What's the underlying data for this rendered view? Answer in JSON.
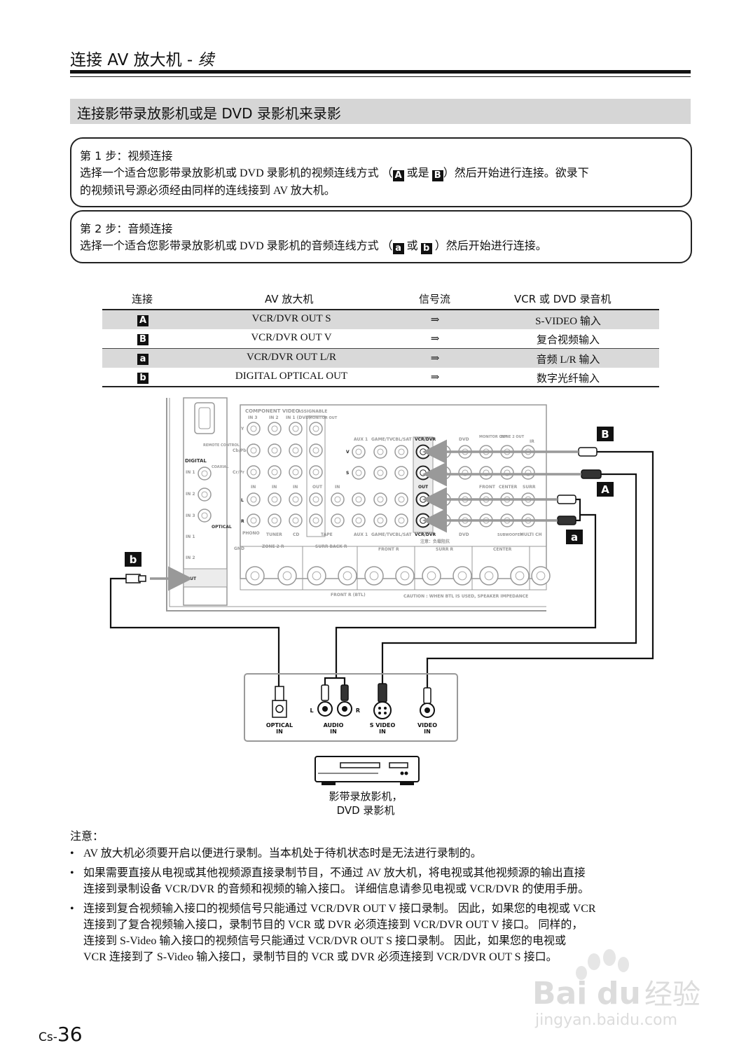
{
  "header": {
    "title": "连接 AV 放大机",
    "sep": " - ",
    "cont": "续"
  },
  "section": {
    "title": "连接影带录放影机或是 DVD 录影机来录影"
  },
  "step1": {
    "heading": "第 1 步：视频连接",
    "line1_a": "选择一个适合您影带录放影机或 DVD 录影机的视频连线方式 （",
    "key1": "A",
    "mid": " 或是 ",
    "key2": "B",
    "line1_b": "）然后开始进行连接。欲录下",
    "line2": "的视频讯号源必须经由同样的连线接到 AV 放大机。"
  },
  "step2": {
    "heading": "第 2 步：音频连接",
    "line1_a": "选择一个适合您影带录放影机或 DVD 录影机的音频连线方式 （",
    "key1": "a",
    "mid": " 或 ",
    "key2": "b",
    "line1_b": " ）然后开始进行连接。"
  },
  "table": {
    "headers": [
      "连接",
      "AV 放大机",
      "信号流",
      "VCR 或 DVD 录音机"
    ],
    "rows": [
      {
        "key": "A",
        "amp": "VCR/DVR OUT S",
        "flow": "⇒",
        "rec": "S-VIDEO 输入"
      },
      {
        "key": "B",
        "amp": "VCR/DVR OUT V",
        "flow": "⇒",
        "rec": "复合视频输入"
      },
      {
        "key": "a",
        "amp": "VCR/DVR OUT L/R",
        "flow": "⇒",
        "rec": "音频 L/R 输入"
      },
      {
        "key": "b",
        "amp": "DIGITAL OPTICAL OUT",
        "flow": "⇒",
        "rec": "数字光纤输入"
      }
    ]
  },
  "diagram": {
    "labels": {
      "B": "B",
      "A": "A",
      "a": "a",
      "b": "b"
    },
    "panel": {
      "component_video": "COMPONENT VIDEO",
      "assignable": "ASSIGNABLE",
      "comp_in3": "IN 3",
      "comp_in2": "IN 2",
      "comp_in1": "IN 1 (DVD)",
      "monitor_out": "MONITOR OUT",
      "y": "Y",
      "cbpb": "Cb/Pb",
      "crpr": "Cr/Pr",
      "remote_control": "REMOTE CONTROL",
      "digital": "DIGITAL",
      "coaxial": "COAXIAL",
      "optical": "OPTICAL",
      "in1": "IN 1",
      "in2": "IN 2",
      "in3": "IN 3",
      "out": "OUT",
      "aux1": "AUX 1",
      "game_tv": "GAME/TV",
      "cbl_sat": "CBL/SAT",
      "vcr_dvr": "VCR/DVR",
      "dvd": "DVD",
      "monitor_out2": "MONITOR OUT",
      "zone2_out": "ZONE 2 OUT",
      "ir": "IR",
      "v": "V",
      "s": "S",
      "l": "L",
      "r": "R",
      "in": "IN",
      "phono": "PHONO",
      "tuner": "TUNER",
      "cd": "CD",
      "tape": "TAPE",
      "front": "FRONT",
      "center": "CENTER",
      "surr": "SURR",
      "subwoofer": "SUBWOOFER",
      "multi_ch": "MULTI CH",
      "gnd": "GND",
      "zone2r": "ZONE 2 R",
      "surr_back_r": "SURR BACK R",
      "front_r": "FRONT R",
      "surr_r": "SURR R",
      "center_sp": "CENTER",
      "front_r_btl": "FRONT R (BTL)",
      "caution": "CAUTION : WHEN BTL IS USED, SPEAKER IMPEDANCE",
      "note_cn": "注意：负载阻抗"
    },
    "recorder": {
      "optical_in": [
        "OPTICAL",
        "IN"
      ],
      "audio_in": [
        "AUDIO",
        "IN"
      ],
      "svideo_in": [
        "S VIDEO",
        "IN"
      ],
      "video_in": [
        "VIDEO",
        "IN"
      ],
      "l": "L",
      "r": "R",
      "caption1": "影带录放影机，",
      "caption2": "DVD 录影机"
    }
  },
  "notes": {
    "title": "注意：",
    "items": [
      [
        "AV 放大机必须要开启以便进行录制。当本机处于待机状态时是无法进行录制的。"
      ],
      [
        "如果需要直接从电视或其他视频源直接录制节目，不通过 AV 放大机，将电视或其他视频源的输出直接",
        "连接到录制设备 VCR/DVR 的音频和视频的输入接口。 详细信息请参见电视或 VCR/DVR 的使用手册。"
      ],
      [
        "连接到复合视频输入接口的视频信号只能通过 VCR/DVR OUT V 接口录制。 因此，如果您的电视或 VCR",
        "连接到了复合视频输入接口，录制节目的 VCR 或 DVR 必须连接到 VCR/DVR OUT V 接口。 同样的，",
        "连接到 S-Video 输入接口的视频信号只能通过 VCR/DVR OUT S 接口录制。 因此，如果您的电视或",
        "VCR 连接到了 S-Video 输入接口，录制节目的 VCR 或 DVR 必须连接到 VCR/DVR OUT S 接口。"
      ]
    ]
  },
  "page": {
    "prefix": "Cs-",
    "number": "36"
  },
  "watermark": {
    "brand_a": "Bai",
    "brand_b": "du",
    "brand_c": "经验",
    "url": "jingyan.baidu.com"
  }
}
